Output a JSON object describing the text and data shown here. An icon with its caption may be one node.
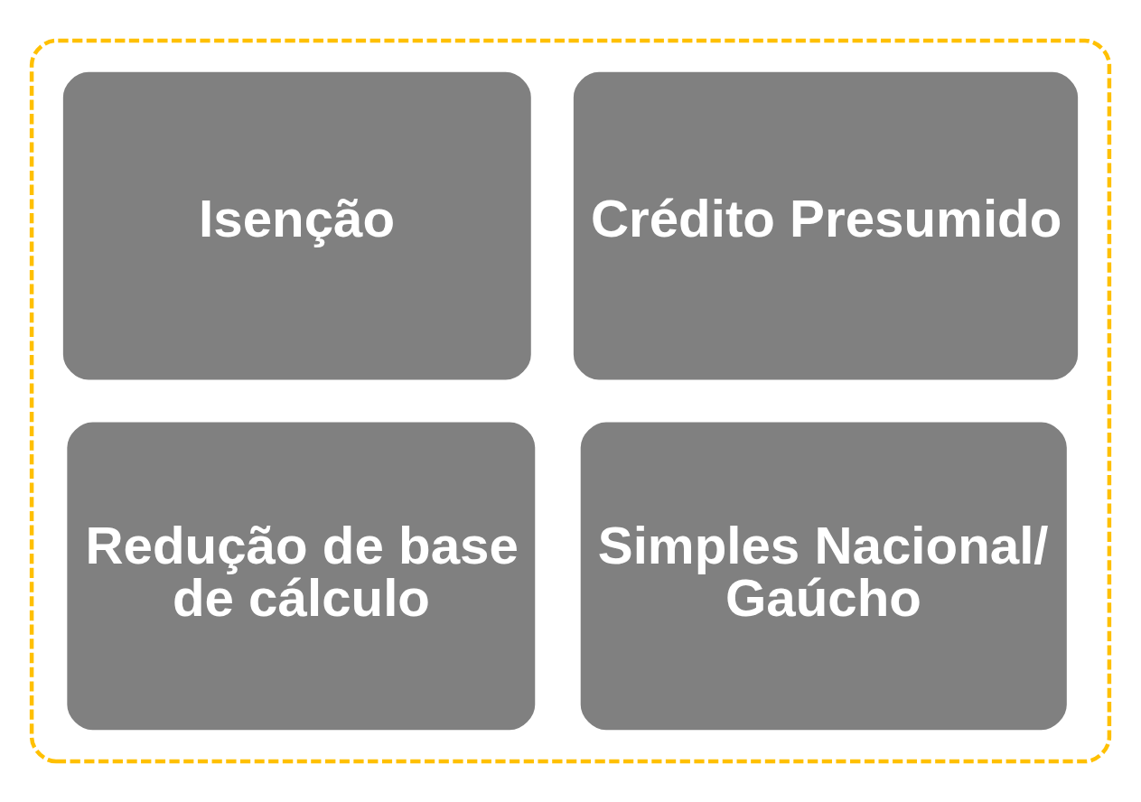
{
  "diagram": {
    "nodes": [
      {
        "text": [],
        "shape": "box"
      },
      {
        "text": [
          "Isenção"
        ],
        "in": 0
      },
      {
        "text": [
          "Crédito Presumido"
        ],
        "in": 0
      },
      {
        "text": [
          "Redução de base de cálculo"
        ],
        "in": 0
      },
      {
        "text": [
          "Simples Nacional/ Gaúcho"
        ],
        "in": 0
      }
    ],
    "edges": []
  }
}
